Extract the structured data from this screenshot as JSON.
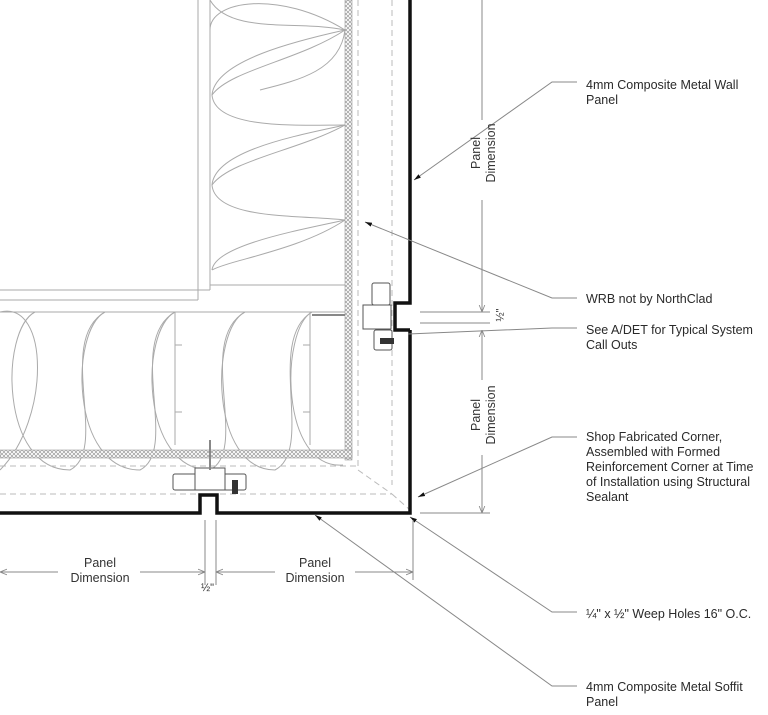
{
  "drawing": {
    "type": "architectural-section-detail",
    "colors": {
      "line": "#9a9a9a",
      "panel": "#111111",
      "text": "#2a2a2a",
      "background": "#ffffff"
    }
  },
  "callouts": [
    {
      "id": "wall-panel",
      "text": "4mm Composite Metal Wall\nPanel"
    },
    {
      "id": "wrb",
      "text": "WRB not by NorthClad"
    },
    {
      "id": "see-adet",
      "text": "See A/DET for Typical System\nCall Outs"
    },
    {
      "id": "corner",
      "text": "Shop Fabricated Corner,\nAssembled with Formed\nReinforcement Corner at Time\nof Installation using Structural\nSealant"
    },
    {
      "id": "weep",
      "text": "¼\" x ½\" Weep Holes 16\" O.C."
    },
    {
      "id": "soffit-panel",
      "text": "4mm Composite Metal Soffit\nPanel"
    }
  ],
  "dimensions": {
    "vertical_upper": "Panel\nDimension",
    "vertical_gap": "½\"",
    "vertical_lower": "Panel\nDimension",
    "horizontal_left": "Panel\nDimension",
    "horizontal_gap": "½\"",
    "horizontal_right": "Panel\nDimension"
  }
}
